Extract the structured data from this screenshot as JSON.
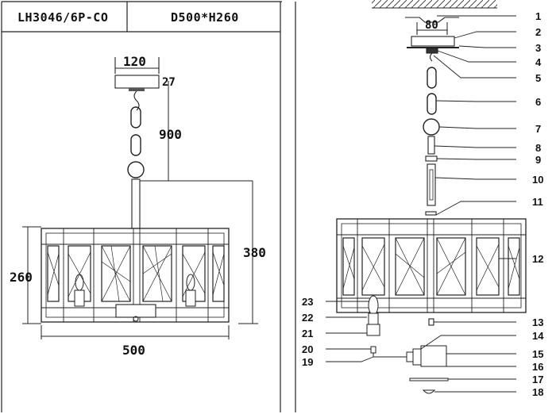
{
  "header": {
    "model": "LH3046/6P-CO",
    "size": "D500*H260"
  },
  "dimensions": {
    "canopy_width": "120",
    "canopy_height": "27",
    "chain_length": "900",
    "total_drop": "380",
    "body_height": "260",
    "body_width": "500",
    "mount_spacing": "80"
  },
  "parts_left": [
    "23",
    "22",
    "21",
    "20",
    "19"
  ],
  "parts_right": [
    "1",
    "2",
    "3",
    "4",
    "5",
    "6",
    "7",
    "8",
    "9",
    "10",
    "11",
    "12",
    "13",
    "14",
    "15",
    "16",
    "17",
    "18"
  ]
}
